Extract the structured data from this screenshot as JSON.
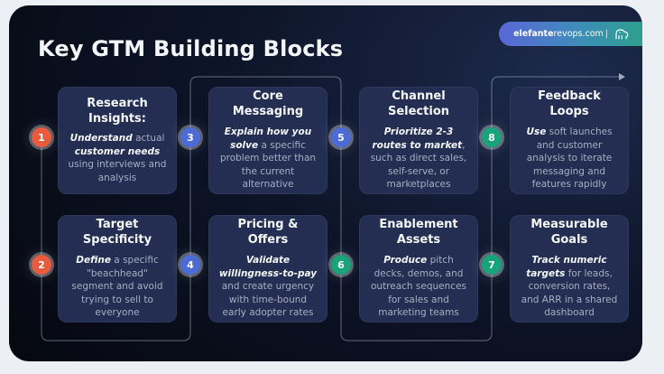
{
  "slide": {
    "title": "Key GTM Building Blocks",
    "logo": {
      "brand_bold": "elefante",
      "brand_rest": "revops.com",
      "separator": "|",
      "icon": "elephant-icon",
      "gradient": [
        "#5A67D8",
        "#2BA08C"
      ]
    },
    "colors": {
      "background_dark": "#0A0E1C",
      "card_bg": "#232E52",
      "frame_light": "#ECEFF4",
      "badge_orange": "#EA5A3C",
      "badge_blue": "#4D6BD6",
      "badge_green": "#18A37B",
      "body_text": "#A6AEC3",
      "emphasis_text": "#F3F5F9"
    },
    "flow": {
      "style": "serpentine-line",
      "arrow": "right"
    },
    "cards": [
      {
        "number": "1",
        "color": "orange",
        "title": "Research Insights:",
        "body": [
          {
            "t": "Understand",
            "em": true
          },
          {
            "t": " actual ",
            "em": false
          },
          {
            "t": "customer needs",
            "em": true
          },
          {
            "t": " using interviews and analysis",
            "em": false
          }
        ]
      },
      {
        "number": "2",
        "color": "orange",
        "title": "Target Specificity",
        "body": [
          {
            "t": "Define",
            "em": true
          },
          {
            "t": " a specific \"beachhead\" segment and avoid trying to sell to everyone",
            "em": false
          }
        ]
      },
      {
        "number": "3",
        "color": "blue",
        "title": "Core Messaging",
        "body": [
          {
            "t": "Explain how you solve",
            "em": true
          },
          {
            "t": " a specific problem better than the current alternative",
            "em": false
          }
        ]
      },
      {
        "number": "4",
        "color": "blue",
        "title": "Pricing & Offers",
        "body": [
          {
            "t": "Validate willingness-to-pay",
            "em": true
          },
          {
            "t": " and create urgency with time-bound early adopter rates",
            "em": false
          }
        ]
      },
      {
        "number": "5",
        "color": "blue",
        "title": "Channel Selection",
        "body": [
          {
            "t": "Prioritize 2-3 routes to market",
            "em": true
          },
          {
            "t": ", such as direct sales, self-serve, or marketplaces",
            "em": false
          }
        ]
      },
      {
        "number": "6",
        "color": "green",
        "title": "Enablement Assets",
        "body": [
          {
            "t": "Produce",
            "em": true
          },
          {
            "t": " pitch decks, demos, and outreach sequences for sales and marketing teams",
            "em": false
          }
        ]
      },
      {
        "number": "7",
        "color": "green",
        "title": "Measurable Goals",
        "body": [
          {
            "t": "Track numeric targets",
            "em": true
          },
          {
            "t": " for leads, conversion rates, and ARR in a shared dashboard",
            "em": false
          }
        ]
      },
      {
        "number": "8",
        "color": "green",
        "title": "Feedback Loops",
        "body": [
          {
            "t": "Use",
            "em": true
          },
          {
            "t": " soft launches and customer analysis to iterate messaging and features rapidly",
            "em": false
          }
        ]
      }
    ]
  }
}
